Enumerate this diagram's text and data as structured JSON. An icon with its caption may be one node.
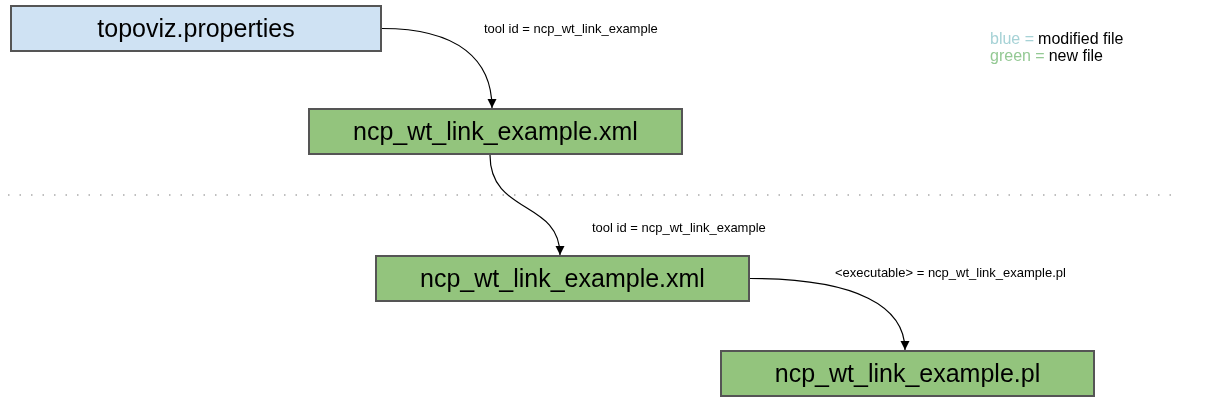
{
  "diagram": {
    "nodes": [
      {
        "text": [
          "topoviz.properties"
        ]
      },
      {
        "text": [
          "ncp_wt_link_example.xml"
        ]
      },
      {
        "text": [
          "ncp_wt_link_example.xml"
        ]
      },
      {
        "text": [
          "ncp_wt_link_example.pl"
        ]
      }
    ],
    "edges": [
      {
        "from": 0,
        "to": 1,
        "arrow": "to",
        "label": "tool id = ncp_wt_link_example"
      },
      {
        "from": 1,
        "to": 2,
        "arrow": "to",
        "label": "tool id = ncp_wt_link_example"
      },
      {
        "from": 2,
        "to": 3,
        "arrow": "to",
        "label": "<executable> = ncp_wt_link_example.pl"
      }
    ],
    "labels": [
      "blue =",
      "green ="
    ],
    "legend": [
      {
        "text": "modified file",
        "color": "#a6d2d6"
      },
      {
        "text": "new file",
        "color": "#94c994"
      }
    ]
  }
}
